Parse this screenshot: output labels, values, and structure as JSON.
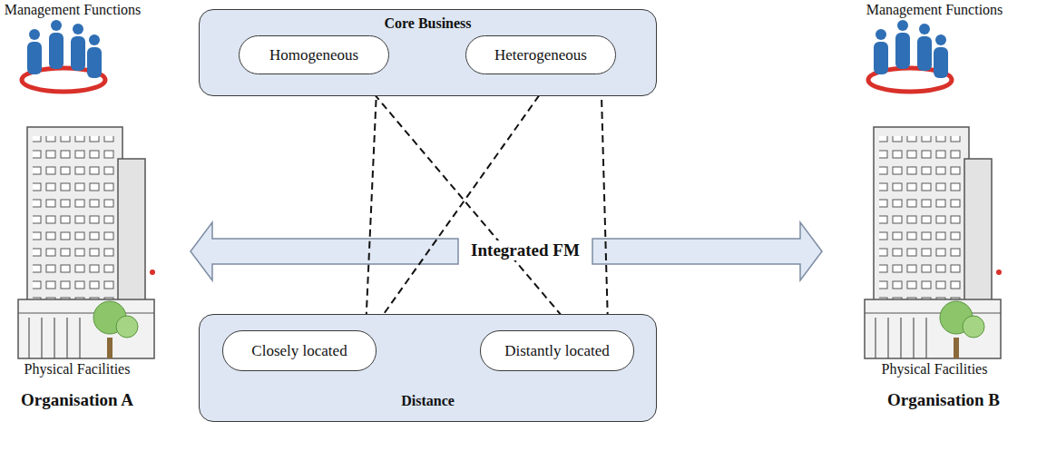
{
  "diagram": {
    "nodes": [
      {
        "text": [
          "Core Business"
        ]
      },
      {
        "text": [
          "Homogeneous"
        ],
        "in": 0
      },
      {
        "text": [
          "Heterogeneous"
        ],
        "in": 0
      },
      {
        "text": [
          "Distance"
        ]
      },
      {
        "text": [
          "Closely located"
        ],
        "in": 3
      },
      {
        "text": [
          "Distantly located"
        ],
        "in": 3
      }
    ],
    "edges": [
      {
        "from": 1,
        "to": 4,
        "arrow": "both"
      },
      {
        "from": 1,
        "to": 5,
        "arrow": "both"
      },
      {
        "from": 2,
        "to": 4,
        "arrow": "both"
      },
      {
        "from": 2,
        "to": 5,
        "arrow": "both"
      }
    ],
    "labels": [
      "Management Functions",
      "Management Functions",
      "Integrated FM",
      "Physical Facilities",
      "Physical Facilities",
      "Organisation A",
      "Organisation B"
    ]
  }
}
